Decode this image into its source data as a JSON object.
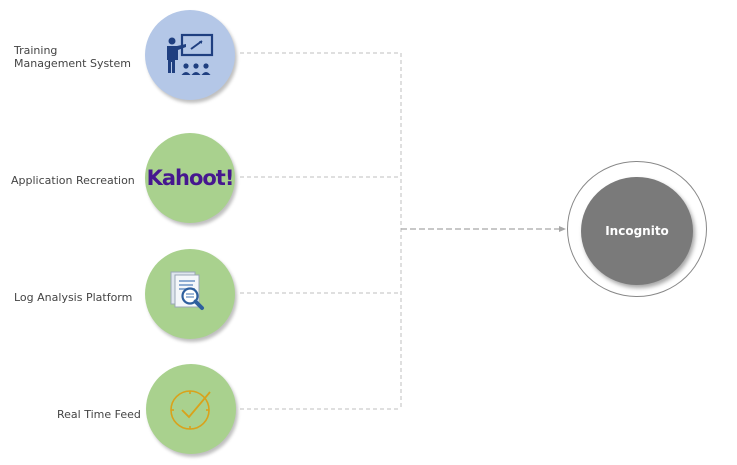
{
  "sources": [
    {
      "label": "Training\nManagement System",
      "icon": "teacher-presentation-icon",
      "color": "#b4c7e7"
    },
    {
      "label": "Application Recreation",
      "icon": "kahoot-logo",
      "logo_text": "Kahoot!",
      "color": "#a9d18e"
    },
    {
      "label": "Log Analysis Platform",
      "icon": "document-search-icon",
      "color": "#a9d18e"
    },
    {
      "label": "Real Time Feed",
      "icon": "clock-check-icon",
      "color": "#a9d18e"
    }
  ],
  "target": {
    "label": "Incognito",
    "color": "#7a7a7a"
  },
  "connector_color": "#bfbfbf",
  "arrow_color": "#a6a6a6"
}
